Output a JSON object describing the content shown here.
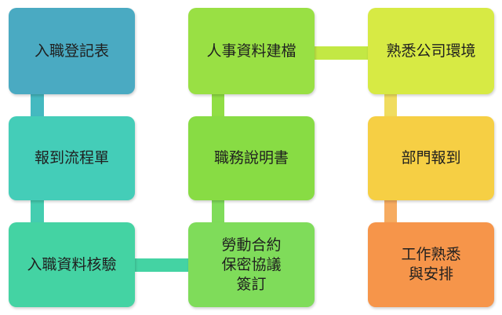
{
  "diagram": {
    "nodes": [
      {
        "id": "n1",
        "label": "入職登記表",
        "color": "#4aaac2"
      },
      {
        "id": "n2",
        "label": "報到流程單",
        "color": "#44cdb8"
      },
      {
        "id": "n3",
        "label": "入職資料核驗",
        "color": "#44d3a3"
      },
      {
        "id": "n4",
        "label": "人事資料建檔",
        "color": "#99e044"
      },
      {
        "id": "n5",
        "label": "職務說明書",
        "color": "#88dc44"
      },
      {
        "id": "n6",
        "label": "勞動合約\n保密協議\n簽訂",
        "color": "#7fdc5a"
      },
      {
        "id": "n7",
        "label": "熟悉公司環境",
        "color": "#d7ea44"
      },
      {
        "id": "n8",
        "label": "部門報到",
        "color": "#f6cf44"
      },
      {
        "id": "n9",
        "label": "工作熟悉\n與安排",
        "color": "#f6954a"
      }
    ],
    "connector_colors": {
      "n1-n2": "#44b9c0",
      "n2-n3": "#44cdb0",
      "n3-n6": "#44d3a3",
      "n6-n5": "#7fdc5a",
      "n5-n4": "#90de44",
      "n4-n7": "#c3e844",
      "n7-n8": "#f0dc5e",
      "n8-n9": "#f6ab60"
    }
  }
}
